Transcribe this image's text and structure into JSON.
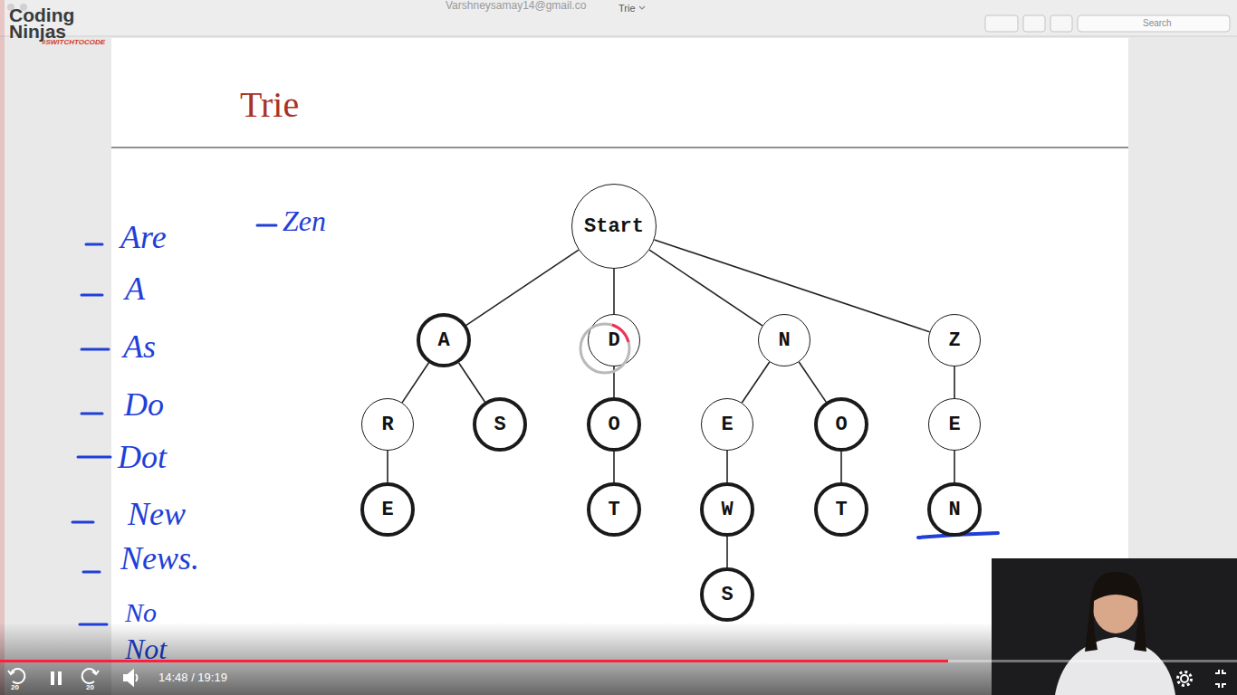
{
  "diagram": {
    "title": "Trie",
    "nodes": [
      {
        "text": [
          "Start"
        ]
      },
      {
        "text": [
          "A"
        ]
      },
      {
        "text": [
          "D"
        ]
      },
      {
        "text": [
          "N"
        ]
      },
      {
        "text": [
          "Z"
        ]
      },
      {
        "text": [
          "R"
        ]
      },
      {
        "text": [
          "S"
        ]
      },
      {
        "text": [
          "O"
        ]
      },
      {
        "text": [
          "E"
        ]
      },
      {
        "text": [
          "O"
        ]
      },
      {
        "text": [
          "E"
        ]
      },
      {
        "text": [
          "E"
        ]
      },
      {
        "text": [
          "T"
        ]
      },
      {
        "text": [
          "W"
        ]
      },
      {
        "text": [
          "T"
        ]
      },
      {
        "text": [
          "N"
        ]
      },
      {
        "text": [
          "S"
        ]
      }
    ],
    "edges": [
      {
        "from": 0,
        "to": 1,
        "arrow": "none"
      },
      {
        "from": 0,
        "to": 2,
        "arrow": "none"
      },
      {
        "from": 0,
        "to": 3,
        "arrow": "none"
      },
      {
        "from": 0,
        "to": 4,
        "arrow": "none"
      },
      {
        "from": 1,
        "to": 5,
        "arrow": "none"
      },
      {
        "from": 1,
        "to": 6,
        "arrow": "none"
      },
      {
        "from": 2,
        "to": 7,
        "arrow": "none"
      },
      {
        "from": 3,
        "to": 8,
        "arrow": "none"
      },
      {
        "from": 3,
        "to": 9,
        "arrow": "none"
      },
      {
        "from": 4,
        "to": 10,
        "arrow": "none"
      },
      {
        "from": 5,
        "to": 11,
        "arrow": "none"
      },
      {
        "from": 7,
        "to": 12,
        "arrow": "none"
      },
      {
        "from": 8,
        "to": 13,
        "arrow": "none"
      },
      {
        "from": 9,
        "to": 14,
        "arrow": "none"
      },
      {
        "from": 10,
        "to": 15,
        "arrow": "none"
      },
      {
        "from": 13,
        "to": 16,
        "arrow": "none"
      }
    ],
    "labels": [
      "Coding",
      "Ninjas",
      "#SWITCHTOCODE",
      "Varshneysamay14@gmail.co",
      "Trie",
      "Search",
      "Are",
      "A",
      "As",
      "Do",
      "Dot",
      "New",
      "News.",
      "No",
      "Not",
      "Zen",
      "20",
      "20",
      "14:48 / 19:19"
    ]
  }
}
